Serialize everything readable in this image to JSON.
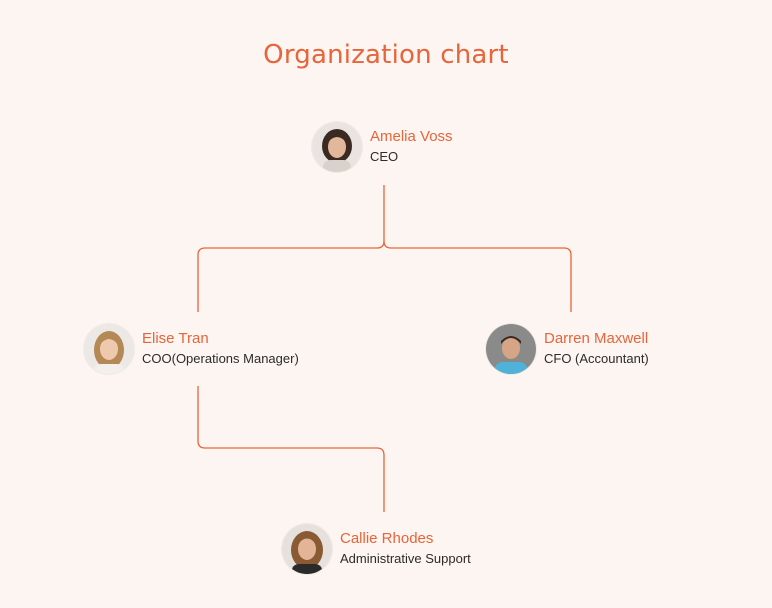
{
  "title": "Organization chart",
  "colors": {
    "accent": "#e8643a",
    "background": "#fdf5f1",
    "connector": "#e8643a",
    "role_text": "#2b2b2b"
  },
  "people": {
    "amelia": {
      "name": "Amelia Voss",
      "role": "CEO",
      "icon": "female-avatar-icon"
    },
    "elise": {
      "name": "Elise Tran",
      "role": "COO(Operations Manager)",
      "icon": "female-avatar-icon"
    },
    "darren": {
      "name": "Darren Maxwell",
      "role": "CFO (Accountant)",
      "icon": "male-avatar-icon"
    },
    "callie": {
      "name": "Callie Rhodes",
      "role": "Administrative Support",
      "icon": "female-avatar-icon"
    }
  }
}
